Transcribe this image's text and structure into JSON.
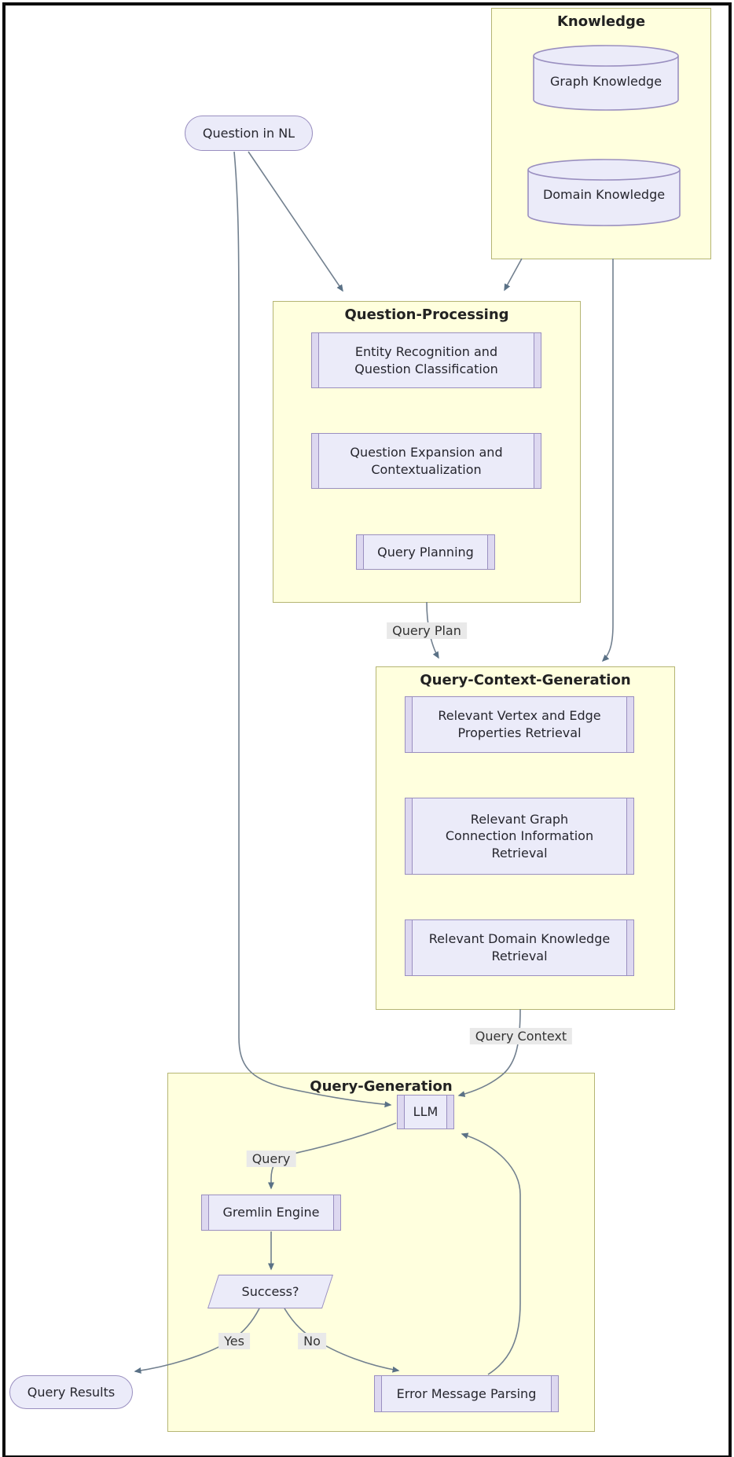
{
  "colors": {
    "container_fill": "#ffffde",
    "container_border": "#b5b573",
    "node_fill": "#ebebf9",
    "node_border": "#9a8fc0",
    "node_bar_fill": "#ddd8f0",
    "edge_line": "#72808f",
    "arrowhead": "#5a7186",
    "edge_label_bg": "#e9e9e9",
    "text": "#26262e"
  },
  "containers": {
    "knowledge": {
      "title": "Knowledge",
      "items": [
        "Graph Knowledge",
        "Domain Knowledge"
      ]
    },
    "question_processing": {
      "title": "Question-Processing",
      "steps": [
        "Entity Recognition and Question Classification",
        "Question Expansion and Contextualization",
        "Query Planning"
      ]
    },
    "query_context_generation": {
      "title": "Query-Context-Generation",
      "steps": [
        "Relevant Vertex and Edge Properties Retrieval",
        "Relevant Graph Connection Information Retrieval",
        "Relevant Domain Knowledge Retrieval"
      ]
    },
    "query_generation": {
      "title": "Query-Generation"
    }
  },
  "nodes": {
    "question_nl": "Question in NL",
    "llm": "LLM",
    "gremlin_engine": "Gremlin Engine",
    "success": "Success?",
    "error_parsing": "Error Message Parsing",
    "query_results": "Query Results"
  },
  "edge_labels": {
    "query_plan": "Query Plan",
    "query_context": "Query Context",
    "query": "Query",
    "yes": "Yes",
    "no": "No"
  }
}
